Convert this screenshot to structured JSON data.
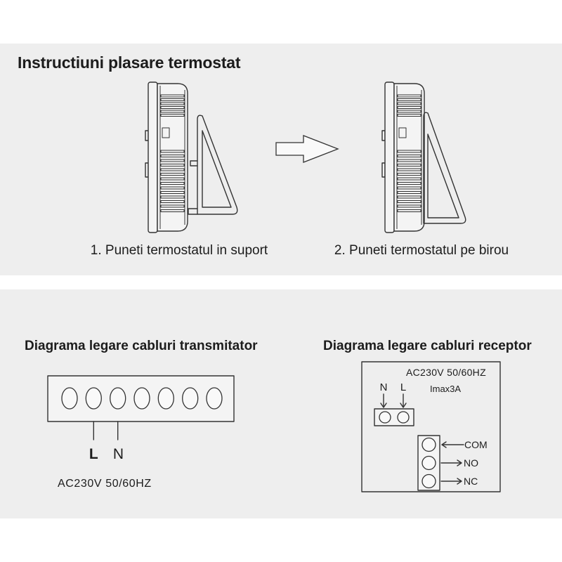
{
  "colors": {
    "page_background": "#ffffff",
    "panel_background": "#eeeeee",
    "line": "#333333"
  },
  "top_panel": {
    "title": "Instructiuni plasare termostat",
    "steps": [
      {
        "caption": "1. Puneti termostatul in suport"
      },
      {
        "caption": "2. Puneti termostatul pe birou"
      }
    ]
  },
  "bottom_panel": {
    "transmitter": {
      "title": "Diagrama legare cabluri transmitator",
      "wires": [
        {
          "label": "L"
        },
        {
          "label": "N"
        }
      ],
      "power": "AC230V 50/60HZ"
    },
    "receptor": {
      "title": "Diagrama legare cabluri receptor",
      "power": "AC230V 50/60HZ",
      "current": "Imax3A",
      "inputs": [
        {
          "label": "N"
        },
        {
          "label": "L"
        }
      ],
      "outputs": [
        {
          "label": "COM"
        },
        {
          "label": "NO"
        },
        {
          "label": "NC"
        }
      ]
    }
  }
}
